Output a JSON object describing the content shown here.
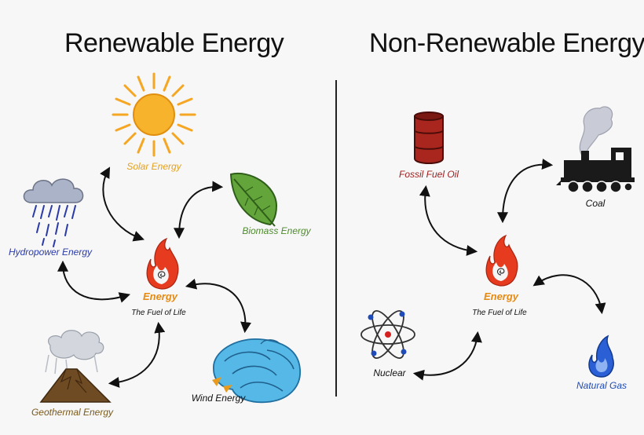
{
  "titles": {
    "left": "Renewable Energy",
    "right": "Non-Renewable Energy"
  },
  "renewable": {
    "center": {
      "label": "Energy",
      "sublabel": "The Fuel of Life"
    },
    "sources": {
      "solar": "Solar Energy",
      "hydro": "Hydropower Energy",
      "biomass": "Biomass Energy",
      "geothermal": "Geothermal Energy",
      "wind": "Wind Energy"
    }
  },
  "nonrenewable": {
    "center": {
      "label": "Energy",
      "sublabel": "The Fuel of Life"
    },
    "sources": {
      "oil": "Fossil Fuel Oil",
      "coal": "Coal",
      "nuclear": "Nuclear",
      "gas": "Natural Gas"
    }
  },
  "icons": {
    "solar": "sun-icon",
    "hydro": "rain-cloud-icon",
    "biomass": "leaf-icon",
    "geothermal": "volcano-icon",
    "wind": "wind-wave-icon",
    "oil": "oil-barrel-icon",
    "coal": "steam-train-icon",
    "nuclear": "atom-icon",
    "gas": "gas-flame-icon",
    "energy": "fire-spiral-icon"
  },
  "colors": {
    "solar": "#f5a623",
    "hydro": "#2a3aa8",
    "biomass": "#4f8a2f",
    "geothermal": "#7a5a1c",
    "oil": "#9b1c1c",
    "gas": "#1f4bb8",
    "energy": "#e58a12"
  }
}
